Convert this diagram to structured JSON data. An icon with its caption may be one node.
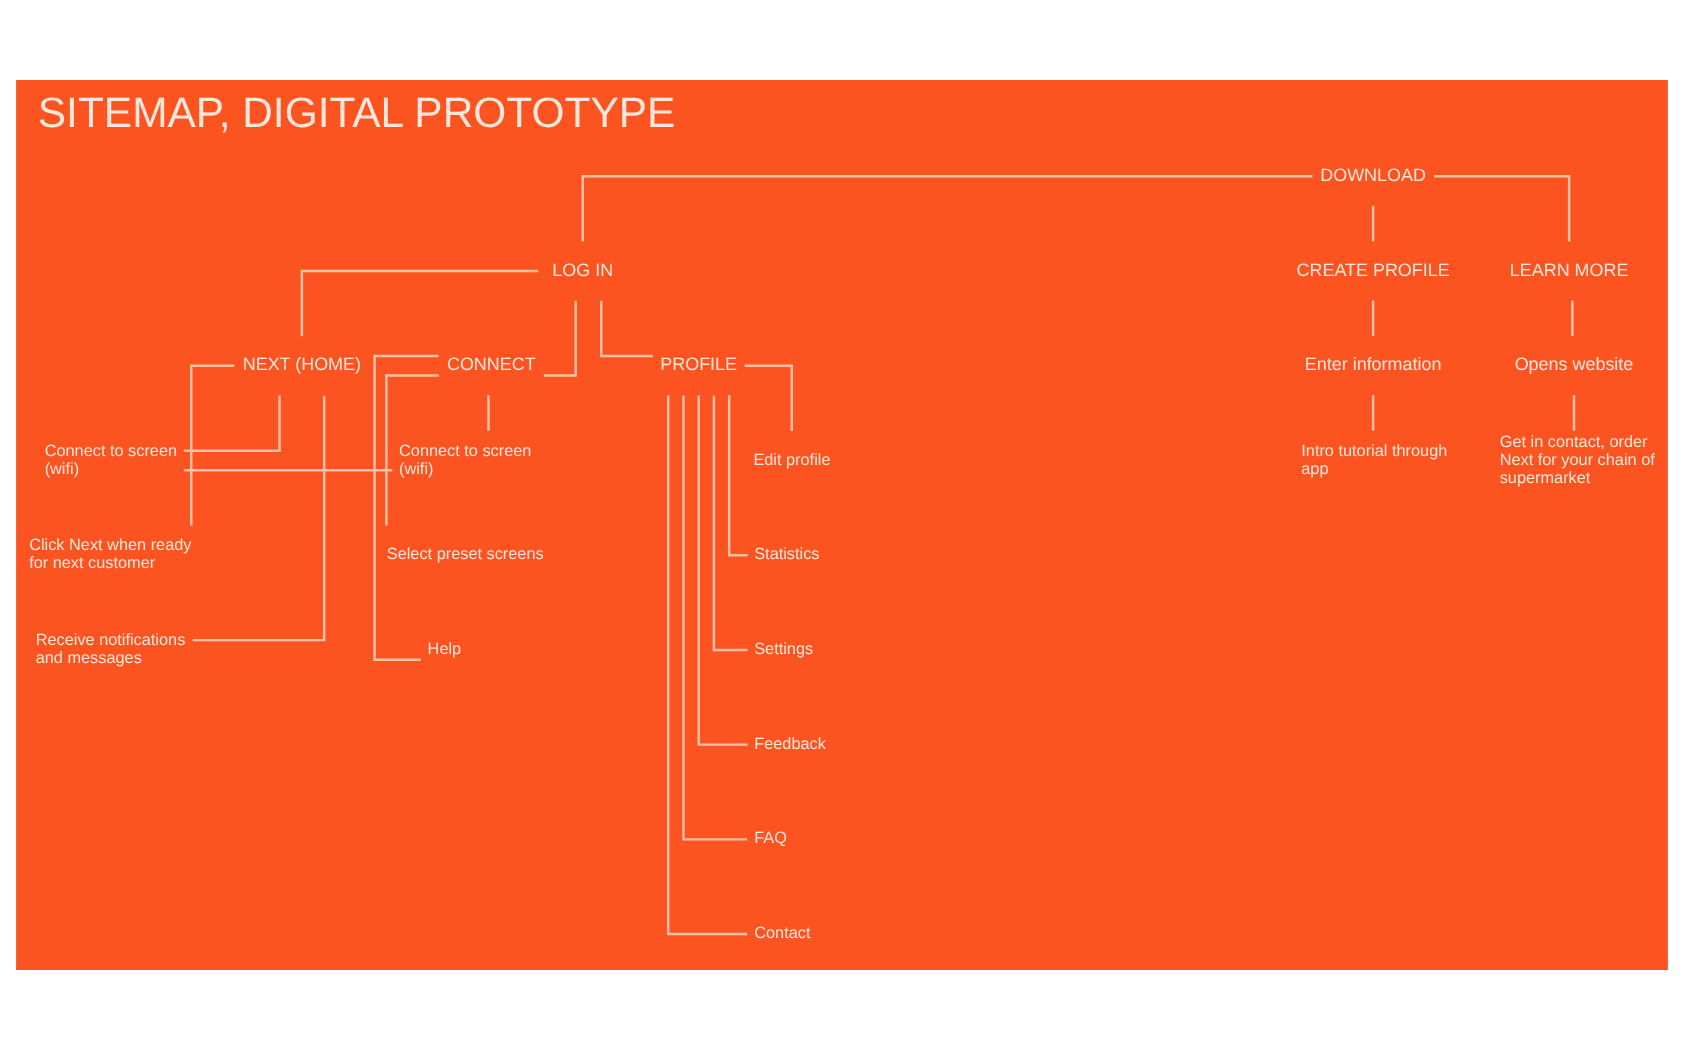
{
  "diagram": {
    "title": "SITEMAP, DIGITAL PROTOTYPE",
    "nodes": [
      {
        "text": [
          "DOWNLOAD"
        ]
      },
      {
        "text": [
          "LOG IN"
        ]
      },
      {
        "text": [
          "CREATE PROFILE"
        ]
      },
      {
        "text": [
          "LEARN MORE"
        ]
      },
      {
        "text": [
          "NEXT (HOME)"
        ]
      },
      {
        "text": [
          "CONNECT"
        ]
      },
      {
        "text": [
          "PROFILE"
        ]
      },
      {
        "text": [
          "Connect to screen (wifi)"
        ]
      },
      {
        "text": [
          "Click Next when ready for next customer"
        ]
      },
      {
        "text": [
          "Receive notifications and messages"
        ]
      },
      {
        "text": [
          "Connect to screen (wifi)"
        ]
      },
      {
        "text": [
          "Select preset screens"
        ]
      },
      {
        "text": [
          "Help"
        ]
      },
      {
        "text": [
          "Edit profile"
        ]
      },
      {
        "text": [
          "Statistics"
        ]
      },
      {
        "text": [
          "Settings"
        ]
      },
      {
        "text": [
          "Feedback"
        ]
      },
      {
        "text": [
          "FAQ"
        ]
      },
      {
        "text": [
          "Contact"
        ]
      },
      {
        "text": [
          "Enter information"
        ]
      },
      {
        "text": [
          "Intro tutorial through app"
        ]
      },
      {
        "text": [
          "Opens website"
        ]
      },
      {
        "text": [
          "Get in contact, order Next for your chain of supermarket"
        ]
      }
    ],
    "edges": [
      {
        "from": 0,
        "to": 1,
        "arrow": "none"
      },
      {
        "from": 0,
        "to": 2,
        "arrow": "none"
      },
      {
        "from": 0,
        "to": 3,
        "arrow": "none"
      },
      {
        "from": 1,
        "to": 4,
        "arrow": "none"
      },
      {
        "from": 1,
        "to": 5,
        "arrow": "none"
      },
      {
        "from": 1,
        "to": 6,
        "arrow": "none"
      },
      {
        "from": 4,
        "to": 7,
        "arrow": "none"
      },
      {
        "from": 4,
        "to": 8,
        "arrow": "none"
      },
      {
        "from": 4,
        "to": 9,
        "arrow": "none"
      },
      {
        "from": 7,
        "to": 10,
        "arrow": "none"
      },
      {
        "from": 5,
        "to": 10,
        "arrow": "none"
      },
      {
        "from": 5,
        "to": 11,
        "arrow": "none"
      },
      {
        "from": 5,
        "to": 12,
        "arrow": "none"
      },
      {
        "from": 6,
        "to": 13,
        "arrow": "none"
      },
      {
        "from": 6,
        "to": 14,
        "arrow": "none"
      },
      {
        "from": 6,
        "to": 15,
        "arrow": "none"
      },
      {
        "from": 6,
        "to": 16,
        "arrow": "none"
      },
      {
        "from": 6,
        "to": 17,
        "arrow": "none"
      },
      {
        "from": 6,
        "to": 18,
        "arrow": "none"
      },
      {
        "from": 2,
        "to": 19,
        "arrow": "none"
      },
      {
        "from": 19,
        "to": 20,
        "arrow": "none"
      },
      {
        "from": 3,
        "to": 21,
        "arrow": "none"
      },
      {
        "from": 21,
        "to": 22,
        "arrow": "none"
      }
    ]
  }
}
